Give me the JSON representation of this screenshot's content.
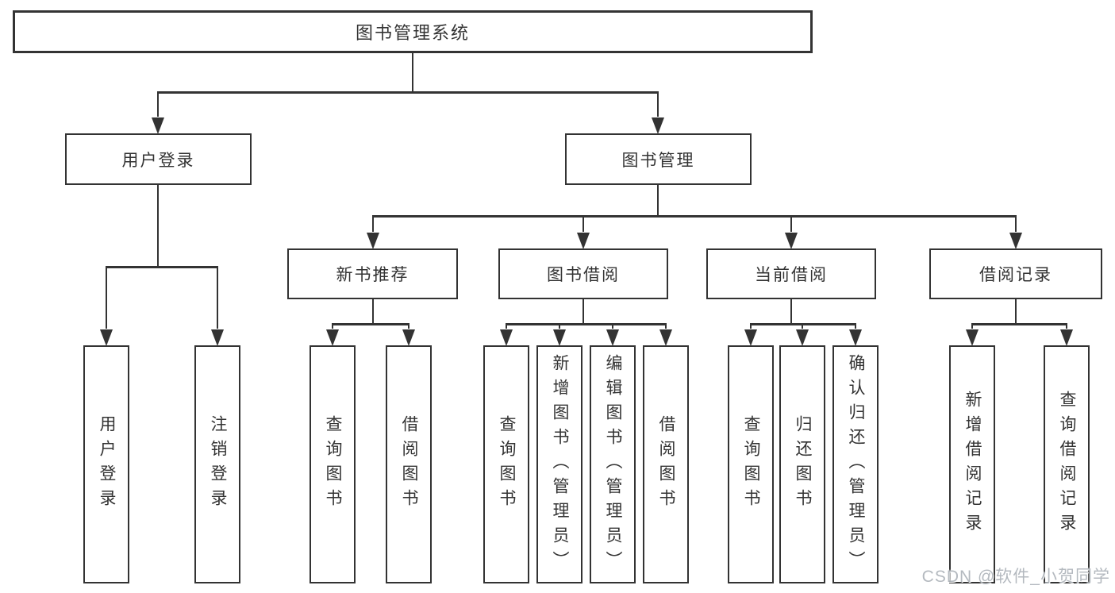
{
  "diagram_title": "图书管理系统",
  "nodes": {
    "root": "图书管理系统",
    "user_login": "用户登录",
    "book_mgmt": "图书管理",
    "new_book_rec": "新书推荐",
    "book_borrow": "图书借阅",
    "current_borrow": "当前借阅",
    "borrow_records": "借阅记录",
    "login": "用户登录",
    "logout": "注销登录",
    "rec_query_books": "查询图书",
    "rec_borrow_books": "借阅图书",
    "bb_query_books": "查询图书",
    "bb_add_books_admin": "新增图书（管理员）",
    "bb_edit_books_admin": "编辑图书（管理员）",
    "bb_borrow_books": "借阅图书",
    "cb_query_books": "查询图书",
    "cb_return_books": "归还图书",
    "cb_confirm_return_admin": "确认归还（管理员）",
    "br_add_record": "新增借阅记录",
    "br_query_record": "查询借阅记录"
  },
  "watermark": "CSDN @软件_小贺同学",
  "colors": {
    "line": "#333333",
    "text": "#333333",
    "background": "#ffffff",
    "watermark": "#b0b6bc"
  }
}
